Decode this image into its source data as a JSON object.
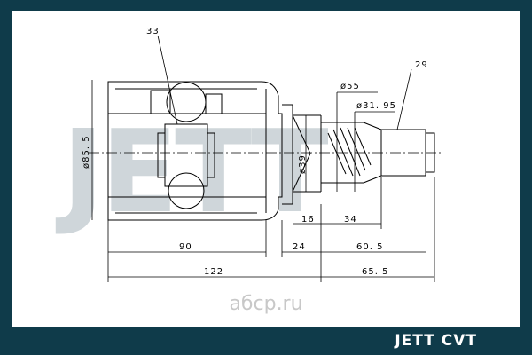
{
  "watermark": {
    "text": "JETT",
    "color": "#cfd6da"
  },
  "site": "aбcp.ru",
  "footer": {
    "brand": "JETT CVT"
  },
  "callouts": {
    "left": "33",
    "right": "29"
  },
  "dims": {
    "d55": "ø55",
    "d31": "ø31. 95",
    "d39": "ø39",
    "d85": "ø85. 5",
    "len16": "16",
    "len34": "34",
    "len90": "90",
    "len24": "24",
    "len60": "60. 5",
    "len122": "122",
    "len65": "65. 5"
  },
  "colors": {
    "frame": "#0f3b4a",
    "line": "#000000"
  }
}
